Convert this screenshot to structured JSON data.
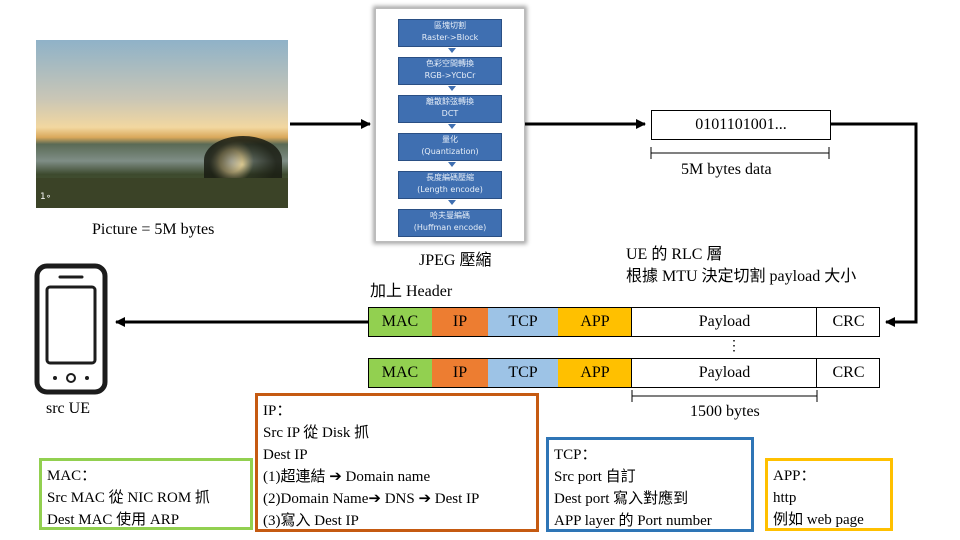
{
  "photo": {
    "caption": "Picture = 5M bytes",
    "logo_text": "1∘"
  },
  "jpeg": {
    "label": "JPEG 壓縮",
    "steps": [
      {
        "zh": "區塊切割",
        "en": "Raster->Block"
      },
      {
        "zh": "色彩空間轉換",
        "en": "RGB->YCbCr"
      },
      {
        "zh": "離散餘弦轉換",
        "en": "DCT"
      },
      {
        "zh": "量化",
        "en": "(Quantization)"
      },
      {
        "zh": "長度編碼壓縮",
        "en": "(Length encode)"
      },
      {
        "zh": "哈夫曼編碼",
        "en": "(Huffman encode)"
      }
    ]
  },
  "bits": {
    "value": "0101101001...",
    "size_label": "5M bytes data"
  },
  "rlc": {
    "line1": "UE 的 RLC 層",
    "line2": "根據 MTU 決定切割 payload 大小"
  },
  "header_label": "加上 Header",
  "packet": {
    "mac": "MAC",
    "ip": "IP",
    "tcp": "TCP",
    "app": "APP",
    "payload": "Payload",
    "crc": "CRC"
  },
  "ellipsis": "⋮",
  "payload_size": "1500 bytes",
  "ue_label": "src UE",
  "boxes": {
    "mac": [
      "MAC：",
      "Src MAC 從 NIC ROM 抓",
      "Dest MAC 使用 ARP"
    ],
    "ip": [
      "IP：",
      "Src IP 從 Disk 抓",
      "Dest IP",
      "(1)超連結 ➔ Domain name",
      "(2)Domain Name➔ DNS ➔ Dest IP",
      "(3)寫入 Dest IP"
    ],
    "tcp": [
      "TCP：",
      "Src port 自訂",
      "Dest port 寫入對應到",
      "APP layer 的 Port number"
    ],
    "app": [
      "APP：",
      "http",
      "例如 web page"
    ]
  },
  "colors": {
    "mac": "#92d050",
    "ip": "#ed7d31",
    "tcp": "#9dc3e6",
    "app": "#ffc000",
    "pipeline": "#3f6fb1"
  }
}
